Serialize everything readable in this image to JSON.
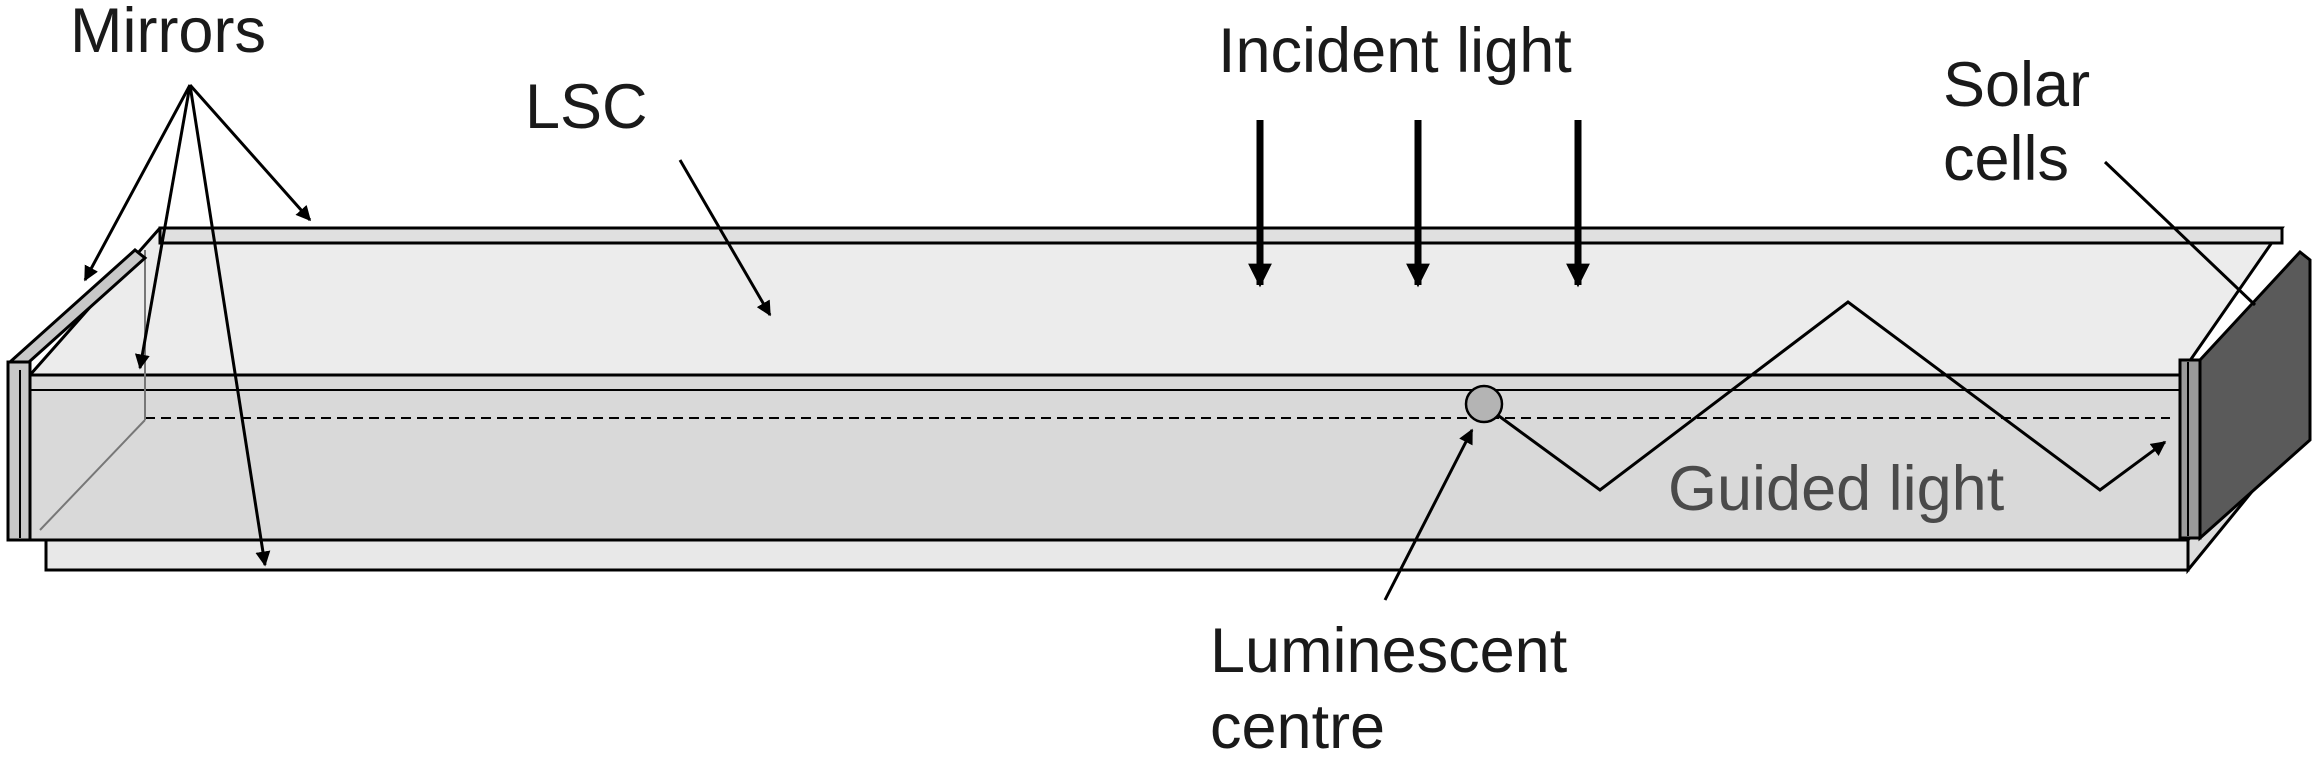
{
  "labels": {
    "mirrors": "Mirrors",
    "lsc": "LSC",
    "incident_light": "Incident light",
    "solar_cells_line1": "Solar",
    "solar_cells_line2": "cells",
    "guided_light": "Guided light",
    "luminescent_line1": "Luminescent",
    "luminescent_line2": "centre"
  },
  "colors": {
    "panel_top": "#ececec",
    "panel_front": "#d9d9d9",
    "panel_bottom": "#e6e6e6",
    "end_face": "#c8c8c8",
    "solar_cell": "#5a5a5a",
    "outline": "#000000",
    "dot_fill": "#b4b4b4"
  }
}
